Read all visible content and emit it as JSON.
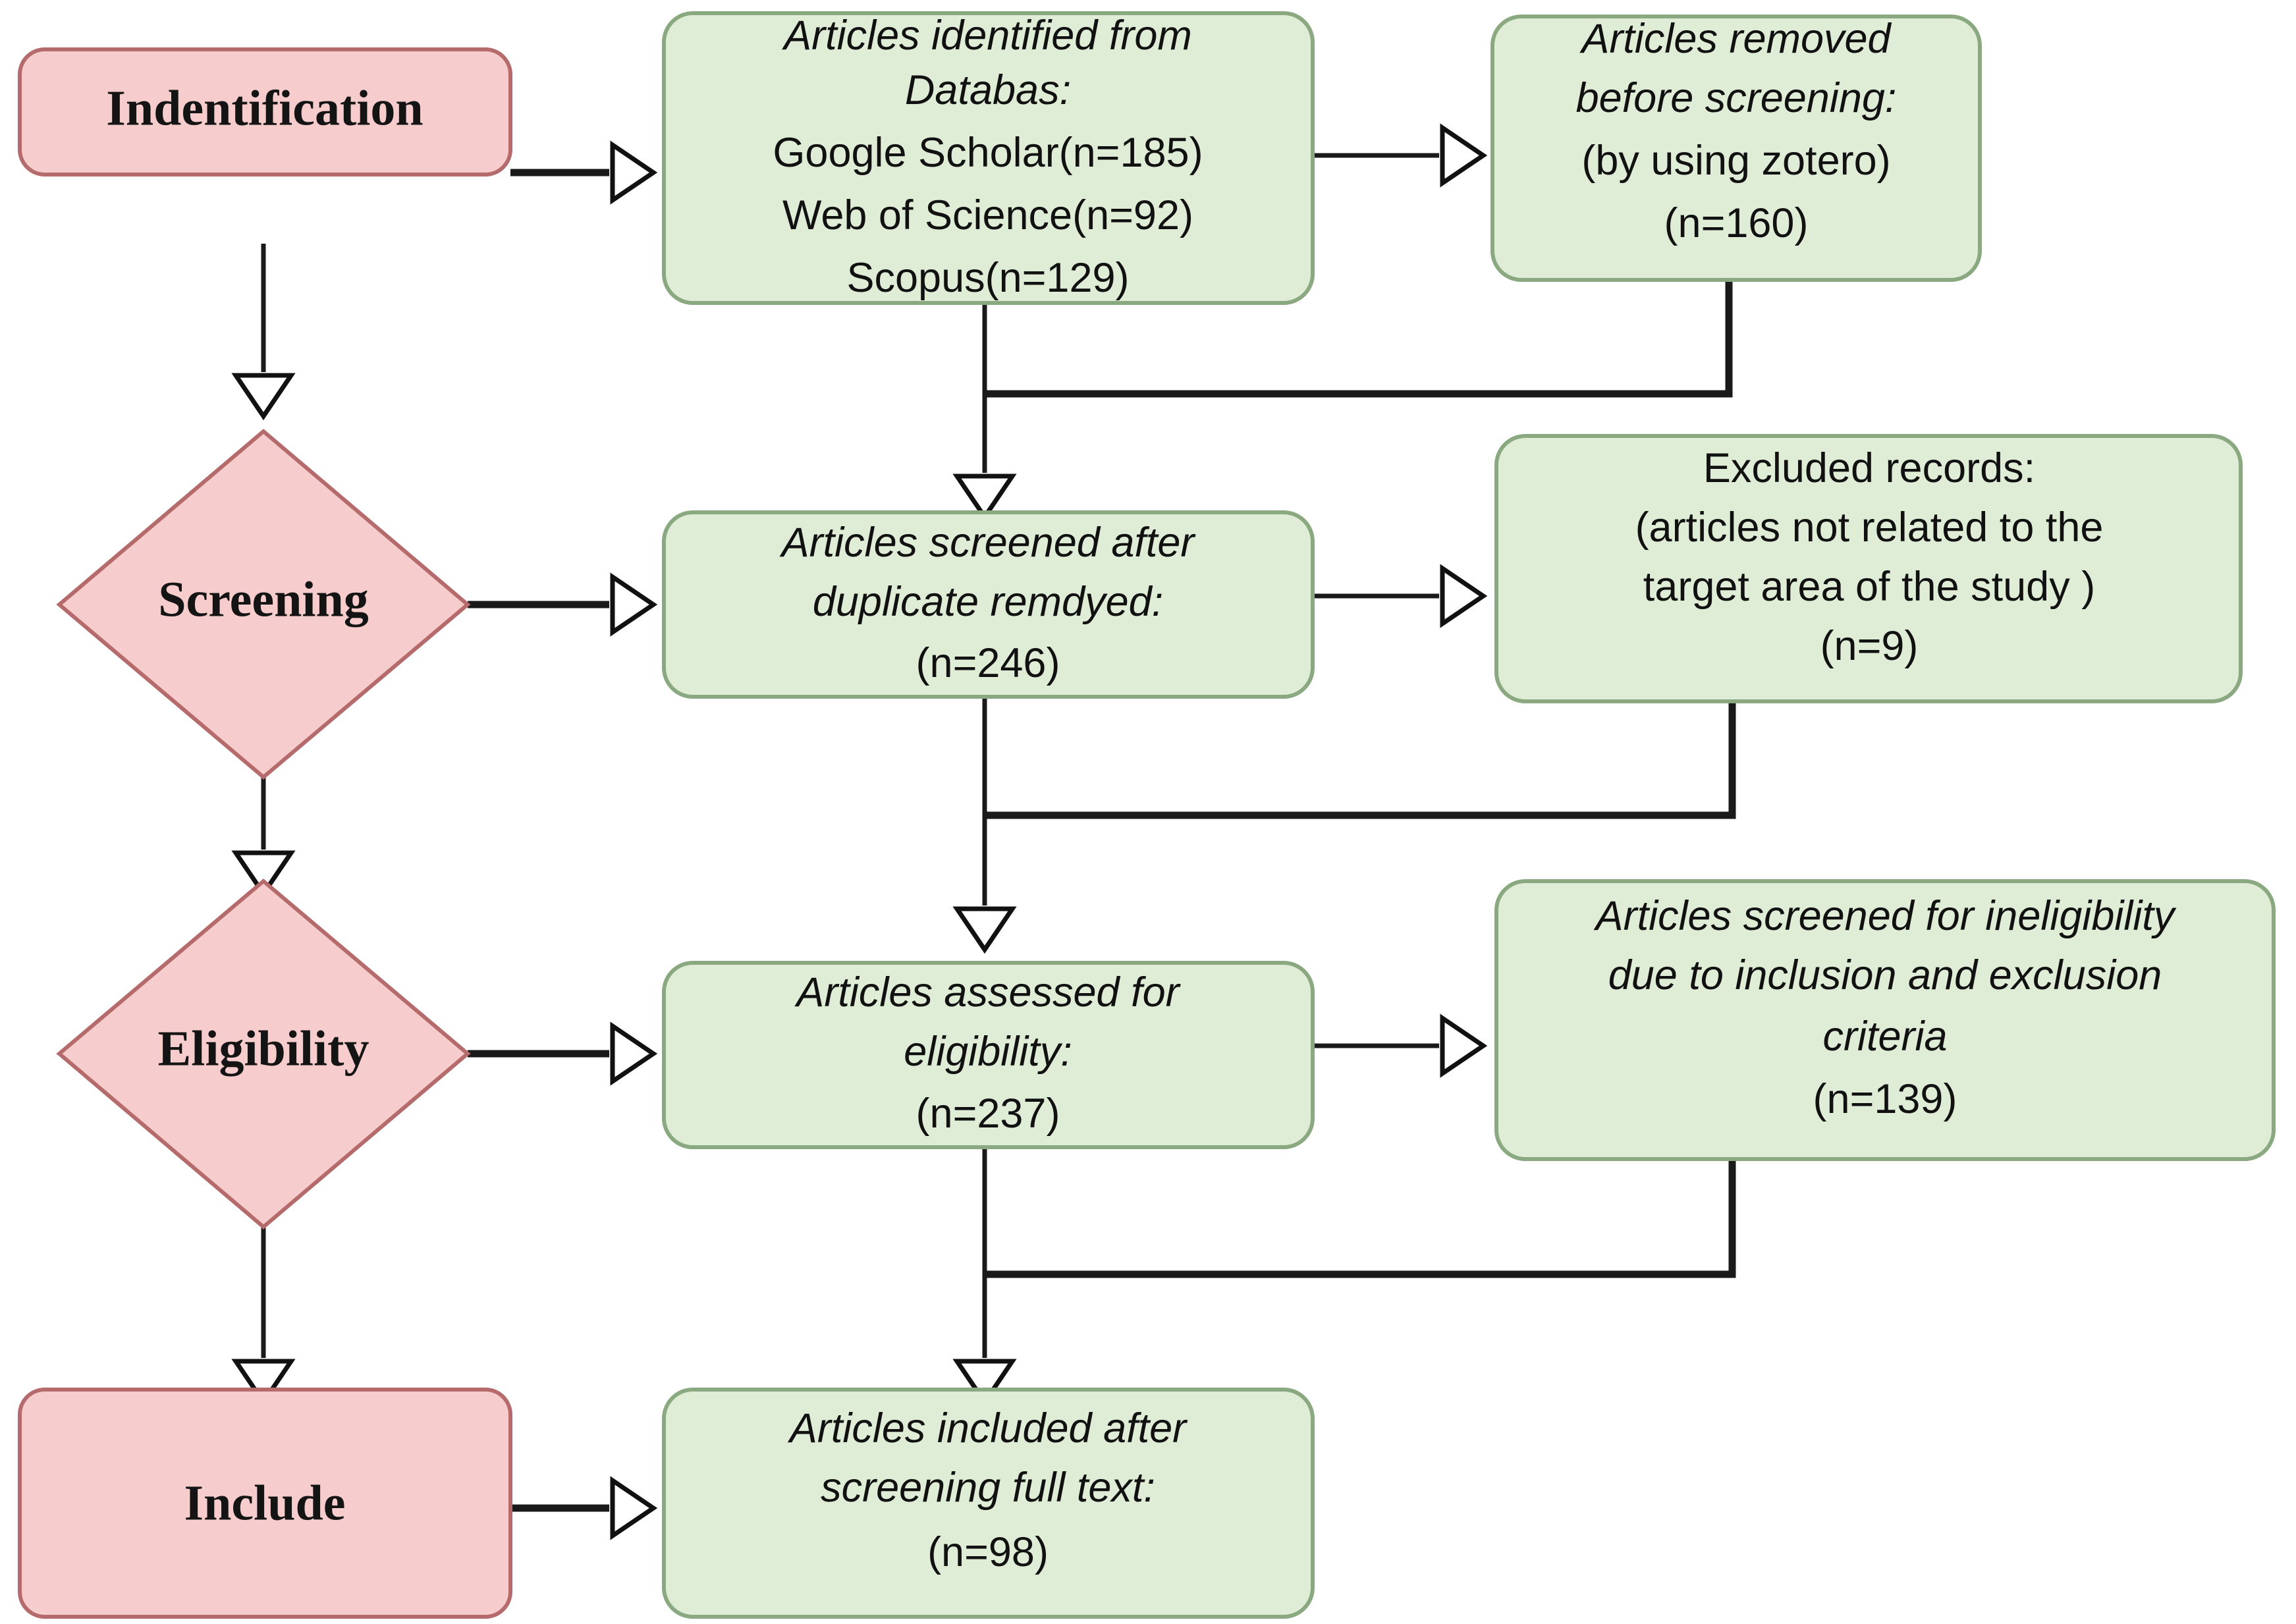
{
  "diagram": {
    "title": "PRISMA article selection flow diagram",
    "colors": {
      "pink_fill": "#f7cccc",
      "pink_stroke": "#b56b6b",
      "green_fill": "#dfecd6",
      "green_stroke": "#8aa980",
      "line": "#1a1a1a",
      "text": "#111111",
      "background": "#ffffff"
    },
    "stages": [
      {
        "id": "identification",
        "label": "Indentification",
        "shape": "rounded-rect"
      },
      {
        "id": "screening",
        "label": "Screening",
        "shape": "diamond"
      },
      {
        "id": "eligibility",
        "label": "Eligibility",
        "shape": "diamond"
      },
      {
        "id": "include",
        "label": "Include",
        "shape": "rounded-rect"
      }
    ],
    "main_boxes": [
      {
        "id": "identified",
        "lines": [
          {
            "text": "Articles identified from",
            "style": "italic"
          },
          {
            "text": "Databas:",
            "style": "italic"
          },
          {
            "text": "Google Scholar(n=185)",
            "style": "roman"
          },
          {
            "text": "Web of Science(n=92)",
            "style": "roman"
          },
          {
            "text": "Scopus(n=129)",
            "style": "roman"
          }
        ]
      },
      {
        "id": "screened",
        "lines": [
          {
            "text": "Articles screened after",
            "style": "italic"
          },
          {
            "text": "duplicate remdyed:",
            "style": "italic"
          },
          {
            "text": "(n=246)",
            "style": "roman"
          }
        ]
      },
      {
        "id": "assessed",
        "lines": [
          {
            "text": "Articles assessed for",
            "style": "italic"
          },
          {
            "text": "eligibility:",
            "style": "italic"
          },
          {
            "text": "(n=237)",
            "style": "roman"
          }
        ]
      },
      {
        "id": "included",
        "lines": [
          {
            "text": "Articles included after",
            "style": "italic"
          },
          {
            "text": "screening full text:",
            "style": "italic"
          },
          {
            "text": "(n=98)",
            "style": "roman"
          }
        ]
      }
    ],
    "side_boxes": [
      {
        "id": "removed",
        "lines": [
          {
            "text": "Articles removed",
            "style": "italic"
          },
          {
            "text": "before screening:",
            "style": "italic"
          },
          {
            "text": "(by using zotero)",
            "style": "roman"
          },
          {
            "text": "(n=160)",
            "style": "roman"
          }
        ]
      },
      {
        "id": "excluded",
        "lines": [
          {
            "text": "Excluded records:",
            "style": "roman"
          },
          {
            "text": "(articles not related to the",
            "style": "roman"
          },
          {
            "text": "target area of the study )",
            "style": "roman"
          },
          {
            "text": "(n=9)",
            "style": "roman"
          }
        ]
      },
      {
        "id": "ineligible",
        "lines": [
          {
            "text": "Articles screened for ineligibility",
            "style": "italic"
          },
          {
            "text": "due to inclusion and exclusion",
            "style": "italic"
          },
          {
            "text": "criteria",
            "style": "italic"
          },
          {
            "text": "(n=139)",
            "style": "roman"
          }
        ]
      }
    ],
    "counts": {
      "google_scholar": 185,
      "web_of_science": 92,
      "scopus": 129,
      "removed_before_screening": 160,
      "screened_after_duplicates": 246,
      "excluded_records": 9,
      "assessed_for_eligibility": 237,
      "screened_for_ineligibility": 139,
      "included_after_full_text": 98
    }
  }
}
